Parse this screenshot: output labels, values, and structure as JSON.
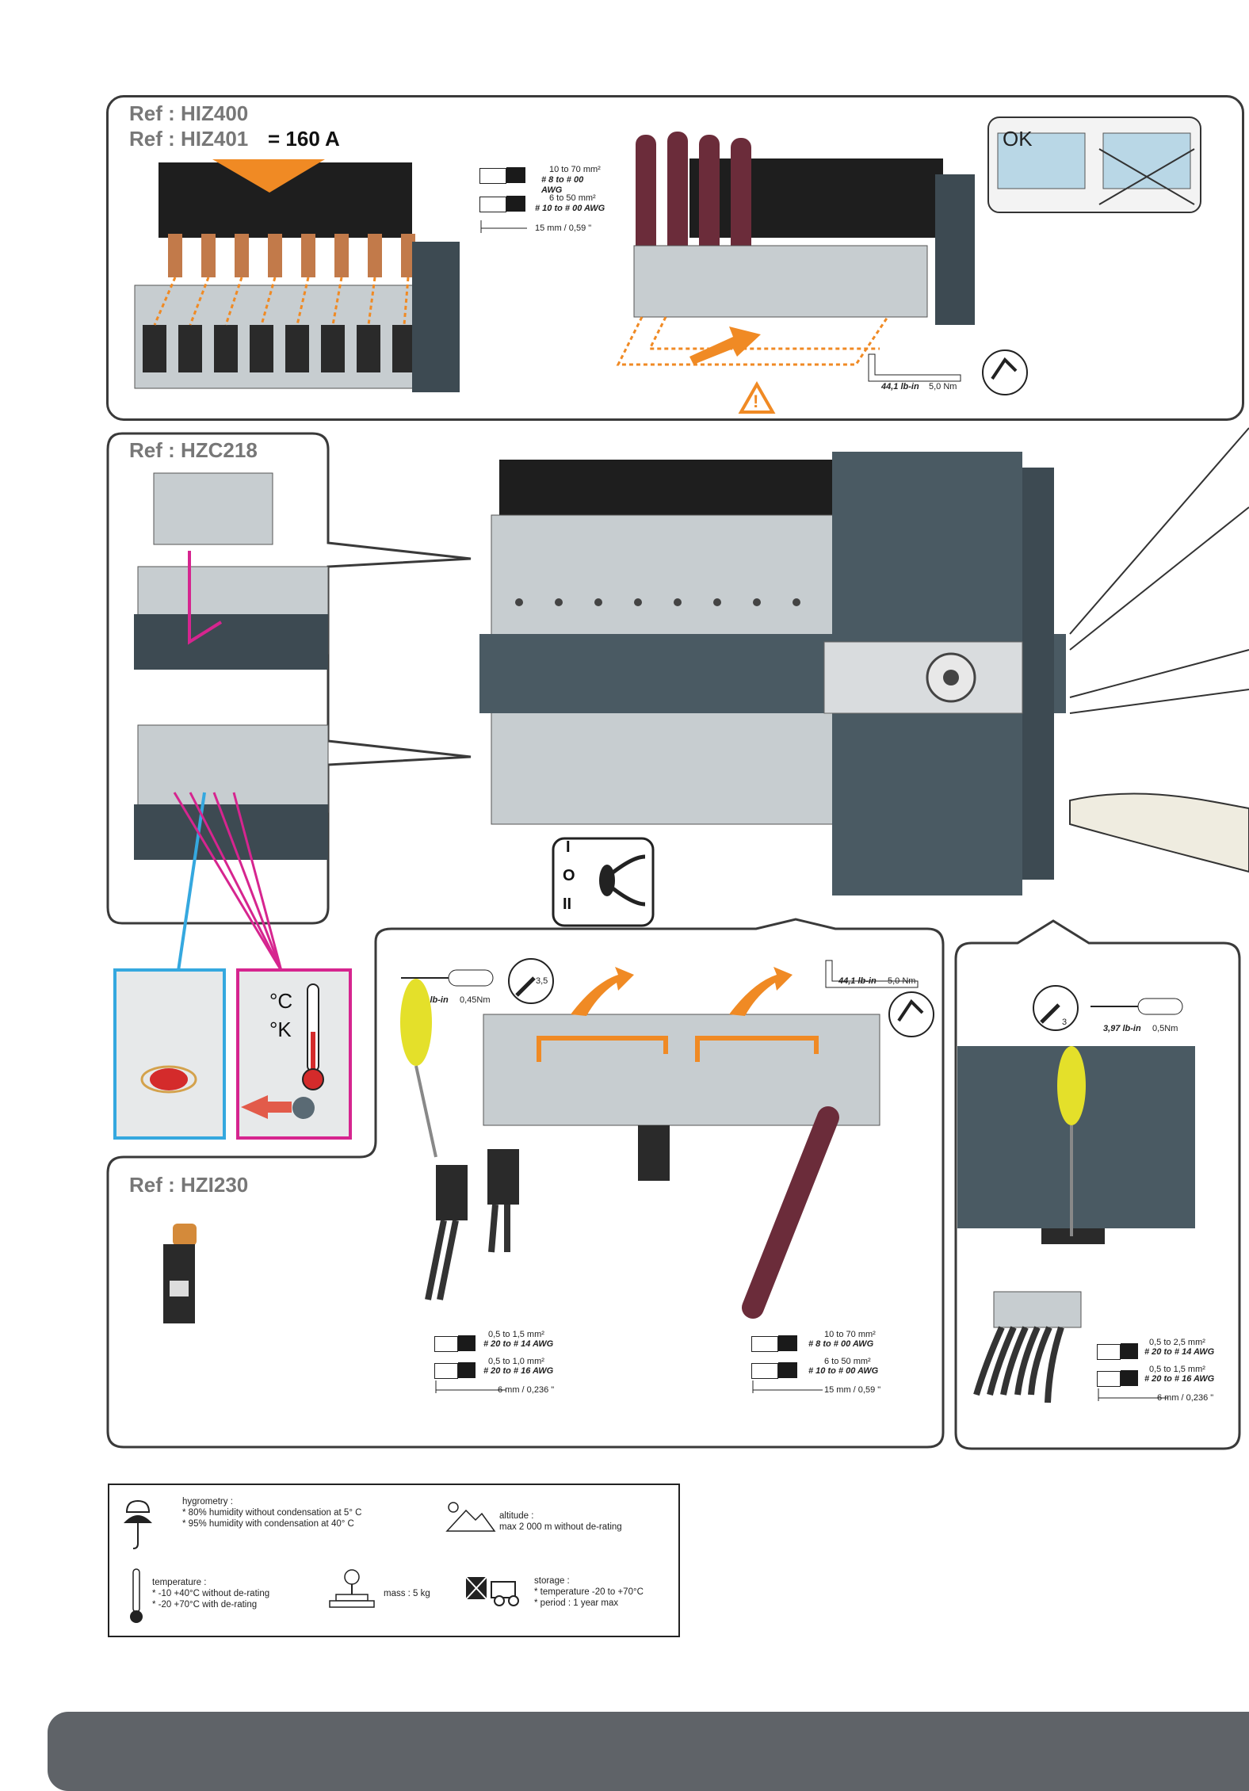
{
  "refs": {
    "hiz400": "Ref : HIZ400",
    "hiz401": "Ref : HIZ401",
    "hiz401_current": "= 160 A",
    "hzc218": "Ref : HZC218",
    "hzi230": "Ref : HZI230"
  },
  "top_panel": {
    "cable_spec": {
      "rigid": "10  to  70 mm²",
      "rigid_awg": "# 8  to  # 00 AWG",
      "flex": "6  to  50 mm²",
      "flex_awg": "# 10 to # 00 AWG",
      "strip": "15 mm / 0,59 \""
    },
    "torque_value": "44,1 lb-in",
    "torque_metric": "5,0 Nm",
    "ok_label": "OK"
  },
  "middle": {
    "positions": [
      "I",
      "O",
      "II"
    ],
    "temp_units": [
      "°C",
      "°K"
    ]
  },
  "bottom_center": {
    "screwdriver_torque": "3,97 lb-in",
    "screwdriver_metric": "0,45Nm",
    "screwdriver_size": "3,5",
    "hex_torque": "44,1 lb-in",
    "hex_metric": "5,0 Nm",
    "aux_cable": {
      "rigid": "0,5  to  1,5 mm²",
      "rigid_awg": "# 20 to  # 14 AWG",
      "flex": "0,5  to  1,0 mm²",
      "flex_awg": "# 20 to  # 16 AWG",
      "strip": "6 mm / 0,236 \""
    },
    "power_cable": {
      "rigid": "10  to  70 mm²",
      "rigid_awg": "# 8  to  # 00 AWG",
      "flex": "6  to  50 mm²",
      "flex_awg": "# 10 to # 00 AWG",
      "strip": "15 mm / 0,59 \""
    }
  },
  "bottom_right": {
    "screwdriver_torque": "3,97 lb-in",
    "screwdriver_metric": "0,5Nm",
    "screwdriver_size": "3",
    "cable": {
      "rigid": "0,5  to  2,5 mm²",
      "rigid_awg": "# 20 to  # 14 AWG",
      "flex": "0,5  to  1,5 mm²",
      "flex_awg": "# 20 to  # 16 AWG",
      "strip": "6 mm / 0,236 \""
    }
  },
  "environment": {
    "hygrometry_title": "hygrometry :",
    "hygrometry_1": "* 80% humidity without condensation at 5° C",
    "hygrometry_2": "* 95% humidity with condensation at 40° C",
    "altitude_title": "altitude :",
    "altitude_1": "max 2 000 m without de-rating",
    "temperature_title": "temperature :",
    "temperature_1": "* -10 +40°C without de-rating",
    "temperature_2": "* -20 +70°C with de-rating",
    "mass": "mass : 5 kg",
    "storage_title": "storage :",
    "storage_1": "* temperature -20 to +70°C",
    "storage_2": "* period : 1 year max"
  },
  "colors": {
    "orange": "#f08a24",
    "magenta": "#d6258f",
    "cyan": "#35a8df",
    "device_grey": "#4a5a63",
    "footer_grey": "#5f6368"
  }
}
